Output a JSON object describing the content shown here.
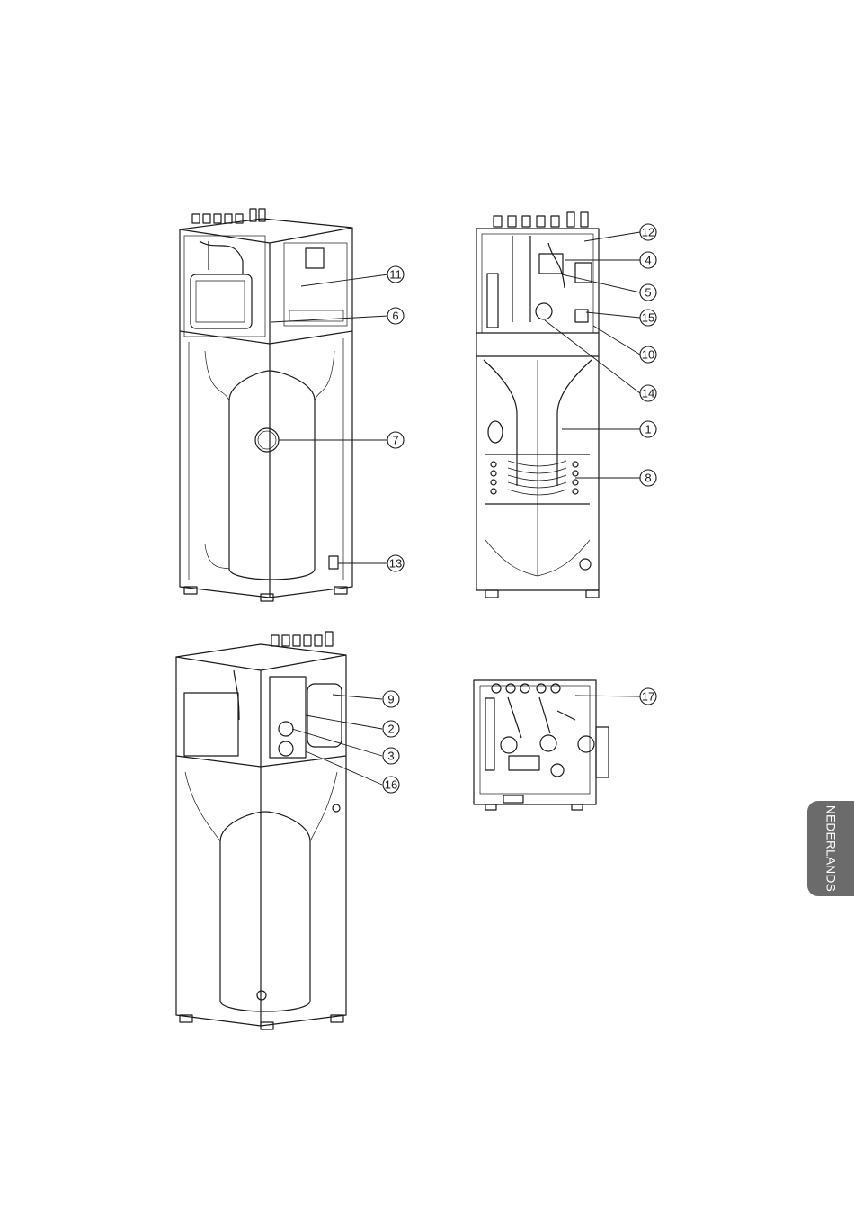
{
  "callouts": {
    "c1": "1",
    "c2": "2",
    "c3": "3",
    "c4": "4",
    "c5": "5",
    "c6": "6",
    "c7": "7",
    "c8": "8",
    "c9": "9",
    "c10": "10",
    "c11": "11",
    "c12": "12",
    "c13": "13",
    "c14": "14",
    "c15": "15",
    "c16": "16",
    "c17": "17"
  },
  "side_tab": {
    "label": "NEDERLANDS",
    "color": "#6b6b6b"
  }
}
